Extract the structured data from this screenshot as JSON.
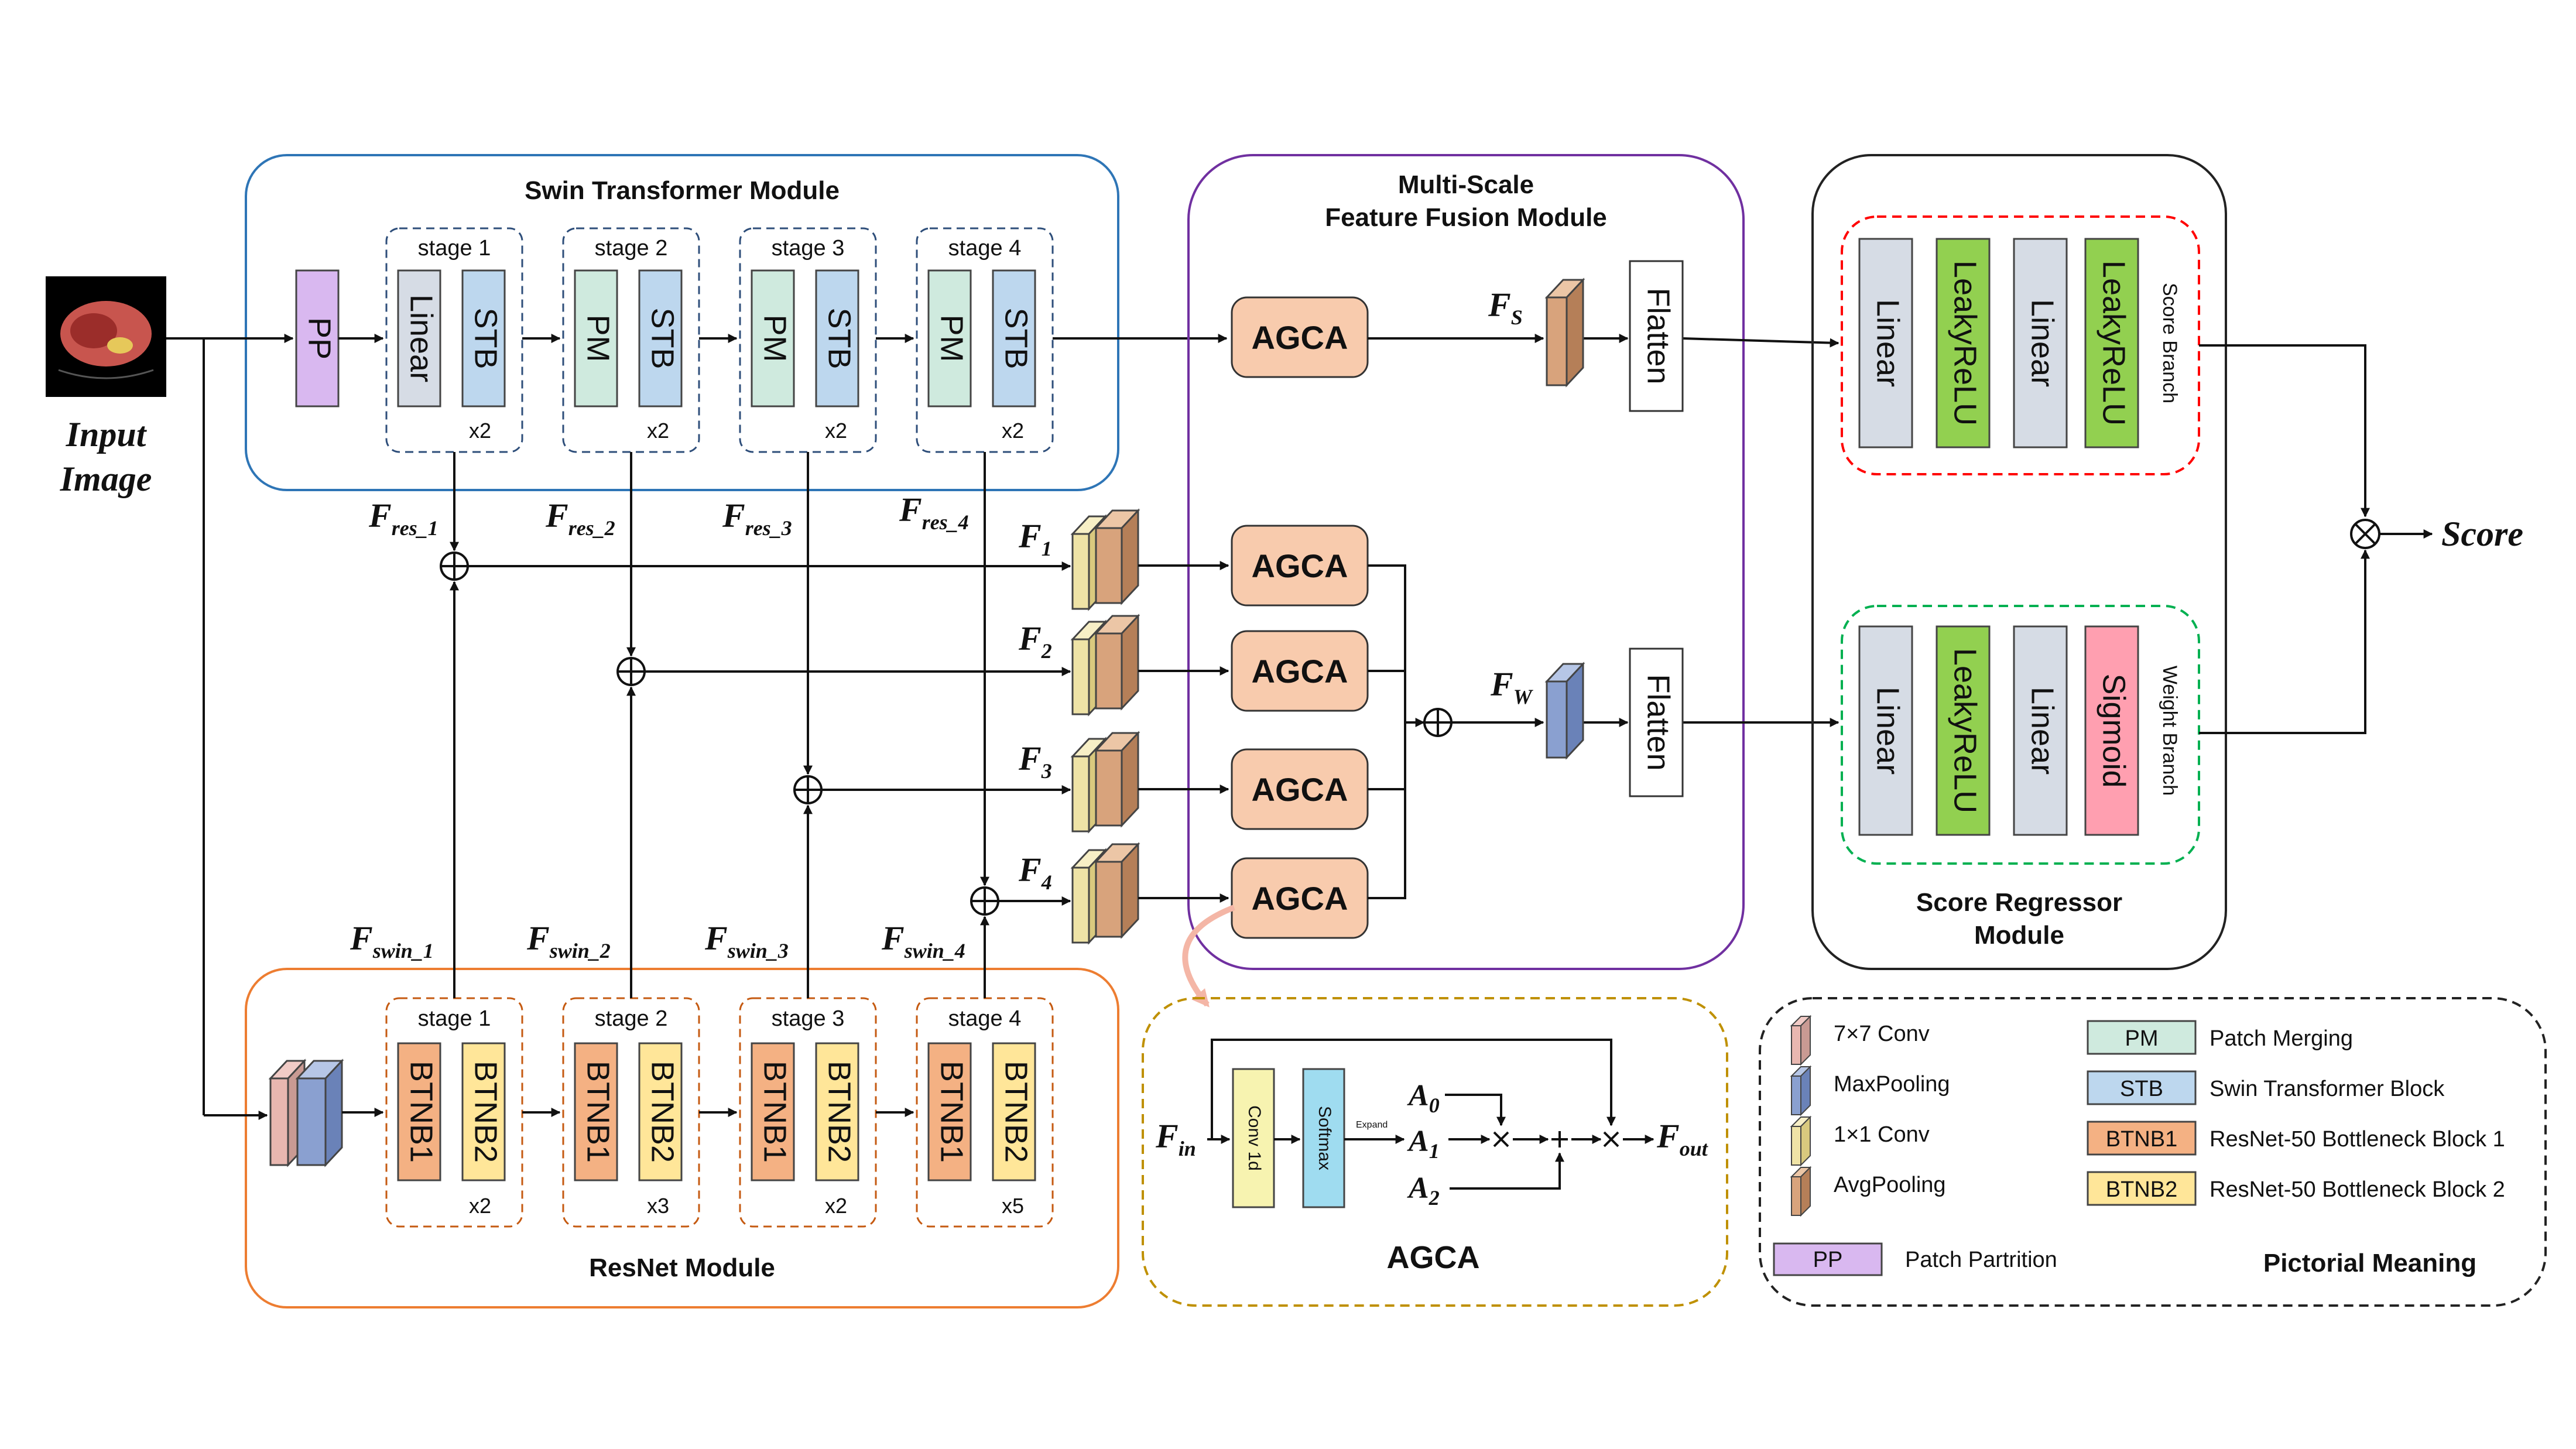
{
  "input": {
    "line1": "Input",
    "line2": "Image"
  },
  "swin": {
    "title": "Swin Transformer Module",
    "pp": "PP",
    "stages": [
      {
        "label": "stage 1",
        "blocks": [
          "Linear",
          "STB"
        ],
        "rep": "x2"
      },
      {
        "label": "stage 2",
        "blocks": [
          "PM",
          "STB"
        ],
        "rep": "x2"
      },
      {
        "label": "stage 3",
        "blocks": [
          "PM",
          "STB"
        ],
        "rep": "x2"
      },
      {
        "label": "stage 4",
        "blocks": [
          "PM",
          "STB"
        ],
        "rep": "x2"
      }
    ]
  },
  "resnet": {
    "title": "ResNet Module",
    "stages": [
      {
        "label": "stage 1",
        "blocks": [
          "BTNB1",
          "BTNB2"
        ],
        "rep": "x2"
      },
      {
        "label": "stage 2",
        "blocks": [
          "BTNB1",
          "BTNB2"
        ],
        "rep": "x3"
      },
      {
        "label": "stage 3",
        "blocks": [
          "BTNB1",
          "BTNB2"
        ],
        "rep": "x2"
      },
      {
        "label": "stage 4",
        "blocks": [
          "BTNB1",
          "BTNB2"
        ],
        "rep": "x5"
      }
    ]
  },
  "features": {
    "fres": [
      {
        "base": "F",
        "sub": "res_1"
      },
      {
        "base": "F",
        "sub": "res_2"
      },
      {
        "base": "F",
        "sub": "res_3"
      },
      {
        "base": "F",
        "sub": "res_4"
      }
    ],
    "fswin": [
      {
        "base": "F",
        "sub": "swin_1"
      },
      {
        "base": "F",
        "sub": "swin_2"
      },
      {
        "base": "F",
        "sub": "swin_3"
      },
      {
        "base": "F",
        "sub": "swin_4"
      }
    ],
    "f": [
      {
        "base": "F",
        "sub": "1"
      },
      {
        "base": "F",
        "sub": "2"
      },
      {
        "base": "F",
        "sub": "3"
      },
      {
        "base": "F",
        "sub": "4"
      }
    ],
    "fs": {
      "base": "F",
      "sub": "S"
    },
    "fw": {
      "base": "F",
      "sub": "W"
    }
  },
  "fusion": {
    "title_line1": "Multi-Scale",
    "title_line2": "Feature Fusion Module",
    "agca": "AGCA",
    "flatten": "Flatten"
  },
  "regressor": {
    "title_line1": "Score Regressor",
    "title_line2": "Module",
    "score_branch": {
      "label": "Score Branch",
      "blocks": [
        "Linear",
        "LeakyReLU",
        "Linear",
        "LeakyReLU"
      ]
    },
    "weight_branch": {
      "label": "Weight  Branch",
      "blocks": [
        "Linear",
        "LeakyReLU",
        "Linear",
        "Sigmoid"
      ]
    },
    "output": "Score"
  },
  "agca_detail": {
    "title": "AGCA",
    "fin": {
      "base": "F",
      "sub": "in"
    },
    "fout": {
      "base": "F",
      "sub": "out"
    },
    "conv": "Conv 1d",
    "softmax": "Softmax",
    "expand": "Expand",
    "a": [
      {
        "base": "A",
        "sub": "0"
      },
      {
        "base": "A",
        "sub": "1"
      },
      {
        "base": "A",
        "sub": "2"
      }
    ]
  },
  "legend": {
    "title": "Pictorial Meaning",
    "shapes": [
      {
        "label": "7×7 Conv",
        "color": "#e8b7b0"
      },
      {
        "label": "MaxPooling",
        "color": "#8aa0d0"
      },
      {
        "label": "1×1 Conv",
        "color": "#efe3a6"
      },
      {
        "label": "AvgPooling",
        "color": "#d8a37c"
      }
    ],
    "abbrs": [
      {
        "abbr": "PM",
        "meaning": "Patch Merging",
        "color": "#cfeade"
      },
      {
        "abbr": "STB",
        "meaning": "Swin Transformer Block",
        "color": "#bdd7ee"
      },
      {
        "abbr": "BTNB1",
        "meaning": "ResNet-50 Bottleneck Block 1",
        "color": "#f4b183"
      },
      {
        "abbr": "BTNB2",
        "meaning": "ResNet-50 Bottleneck Block 2",
        "color": "#ffe699"
      }
    ],
    "pp": {
      "abbr": "PP",
      "meaning": "Patch Partrition",
      "color": "#d9b8f0"
    }
  },
  "colors": {
    "swin_border": "#2e75b6",
    "resnet_border": "#ed7d31",
    "fusion_border": "#7030a0",
    "agca_fill": "#f8cbad",
    "agca_stroke": "#c55a11",
    "linear": "#d6dce5",
    "leaky": "#92d050",
    "sigmoid": "#ff9fb0",
    "score_branch_border": "#ff0000",
    "weight_branch_border": "#00b050",
    "agca_detail_border": "#bf9000"
  }
}
